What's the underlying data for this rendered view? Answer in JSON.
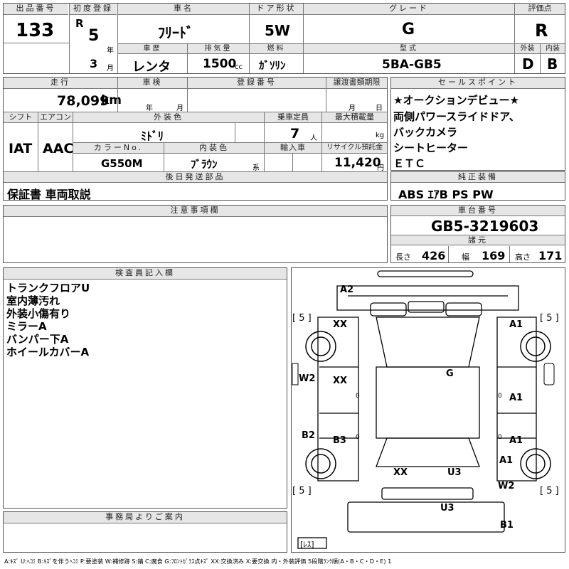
{
  "header": {
    "lot_no_label": "出品番号",
    "lot_no": "133",
    "first_reg_label": "初度登録",
    "era": "R",
    "year": "5",
    "year_unit": "年",
    "month": "3",
    "month_unit": "月",
    "car_name_label": "車名",
    "car_name": "ﾌﾘｰﾄﾞ",
    "history_label": "車歴",
    "history": "レンタ",
    "displacement_label": "排気量",
    "displacement": "1500",
    "displacement_unit": "cc",
    "door_label": "ドア形状",
    "door": "5W",
    "fuel_label": "燃料",
    "fuel": "ｶﾞｿﾘﾝ",
    "grade_label": "グレード",
    "grade": "G",
    "model_label": "型式",
    "model": "5BA-GB5",
    "score_label": "評価点",
    "score": "R",
    "ext_label": "外装",
    "ext": "D",
    "int_label": "内装",
    "int": "B"
  },
  "row2": {
    "mileage_label": "走行",
    "mileage": "78,099",
    "mileage_unit": "km",
    "inspection_label": "車検",
    "insp_year": "年",
    "insp_month": "月",
    "reg_no_label": "登録番号",
    "transfer_label": "譲渡書類期限",
    "transfer_month": "月",
    "transfer_day": "日",
    "shift_label": "シフト",
    "shift": "IAT",
    "ac_label": "エアコン",
    "ac": "AAC",
    "color_label": "外装色",
    "color": "ﾐﾄﾞﾘ",
    "capacity_label": "乗車定員",
    "capacity": "7",
    "capacity_unit": "人",
    "load_label": "最大積載量",
    "load_unit": "kg",
    "color_no_label": "カラーNo.",
    "color_no": "G550M",
    "int_color_label": "内装色",
    "int_color": "ﾌﾞﾗｳﾝ",
    "int_color_unit": "系",
    "import_label": "輸入車",
    "recycle_label": "リサイクル預託金",
    "recycle": "11,420",
    "recycle_unit": "円",
    "later_label": "後日発送部品",
    "later": "保証書 車両取説"
  },
  "sales": {
    "label": "セールスポイント",
    "lines": [
      "★オークションデビュー★",
      "両側パワースライドドア、",
      "バックカメラ",
      "シートヒーター",
      "ＥＴＣ"
    ]
  },
  "equipment": {
    "label": "純正装備",
    "value": "ABS ｴｱB PS PW"
  },
  "caution": {
    "label": "注意事項欄"
  },
  "chassis": {
    "label": "車台番号",
    "value": "GB5-3219603",
    "dims_label": "諸元",
    "length_label": "長さ",
    "length": "426",
    "width_label": "幅",
    "width": "169",
    "height_label": "高さ",
    "height": "171"
  },
  "inspector": {
    "label": "検査員記入欄",
    "lines": [
      "トランクフロアU",
      "室内薄汚れ",
      "外装小傷有り",
      "ミラーA",
      "バンパー下A",
      "ホイールカバーA"
    ]
  },
  "office": {
    "label": "事務局よりご案内"
  },
  "diagram": {
    "a2_top": "A2",
    "xx_front_left": "XX",
    "a1_front_right": "A1",
    "tire_fl": "[ 5 ]",
    "tire_fr": "[ 5 ]",
    "tire_rl": "[ 5 ]",
    "tire_rr": "[ 5 ]",
    "w2_left": "W2",
    "xx_mid_left": "XX",
    "zero1": "0",
    "g_center": "G",
    "zero2": "0",
    "a1_mid_right": "A1",
    "b2_left": "B2",
    "b3": "B3",
    "zero3": "0",
    "zero4": "0",
    "a1_lower_right": "A1",
    "a1_rear_right": "A1",
    "xx_rear": "XX",
    "u3_rear": "U3",
    "w2_right": "W2",
    "u3_bottom": "U3",
    "b1_bottom": "B1",
    "spare": "[ﾚｽ]"
  },
  "legend": "A:ｷｽﾞ U:ﾍｺﾐ B:ｷｽﾞを伴うﾍｺﾐ P:要塗装 W:補修跡 S:錆 C:腐食 G:ﾌﾛﾝﾄｶﾞﾗｽ点ｷｽﾞ XX:交換済み X:要交換 内・外装評価 5段階ﾗﾝｸ順(A・B・C・D・E) 1"
}
